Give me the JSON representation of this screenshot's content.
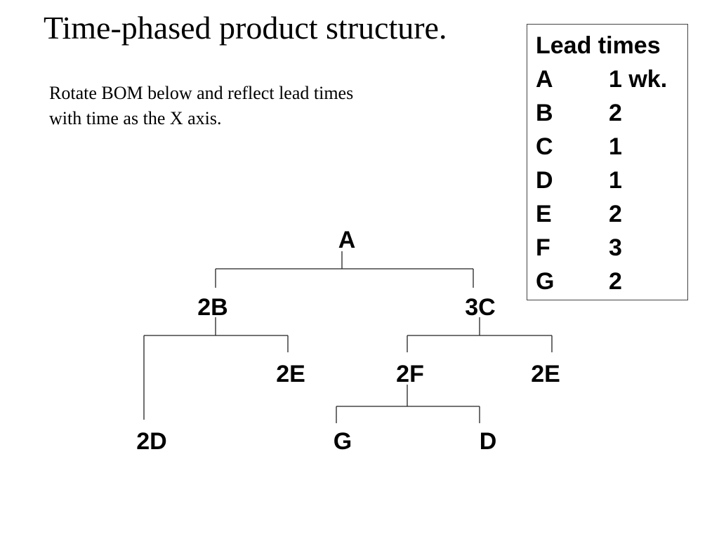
{
  "title": "Time-phased product structure.",
  "instructions": {
    "line1": "Rotate BOM below and reflect lead times",
    "line2": "with time as the X axis."
  },
  "lead_times": {
    "heading": "Lead times",
    "rows": [
      {
        "item": "A",
        "time": "1 wk."
      },
      {
        "item": "B",
        "time": "2"
      },
      {
        "item": "C",
        "time": "1"
      },
      {
        "item": "D",
        "time": "1"
      },
      {
        "item": "E",
        "time": "2"
      },
      {
        "item": "F",
        "time": "3"
      },
      {
        "item": "G",
        "time": "2"
      }
    ]
  },
  "bom": {
    "root": "A",
    "b": "2B",
    "c": "3C",
    "b_e": "2E",
    "b_d": "2D",
    "c_f": "2F",
    "c_e": "2E",
    "f_g": "G",
    "f_d": "D"
  }
}
